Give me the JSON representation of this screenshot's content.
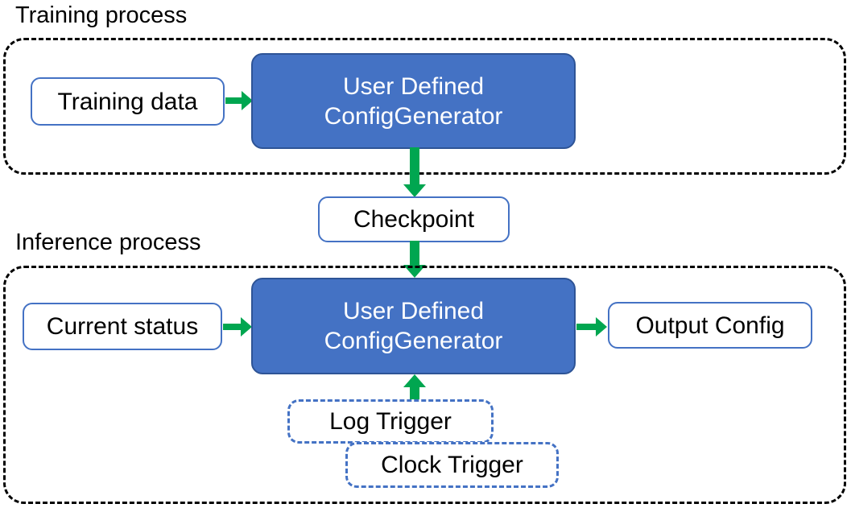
{
  "diagram": {
    "title_training": "Training process",
    "title_inference": "Inference process",
    "colors": {
      "process_fill": "#4472C4",
      "process_border": "#2E5496",
      "box_outline": "#4472C4",
      "arrow_green": "#00A650",
      "container_dash": "#000000",
      "text_dark": "#000000",
      "text_light": "#FFFFFF",
      "background": "#FFFFFF"
    },
    "training": {
      "input_label": "Training data",
      "generator_line1": "User Defined",
      "generator_line2": "ConfigGenerator"
    },
    "checkpoint": {
      "label": "Checkpoint"
    },
    "inference": {
      "input_label": "Current status",
      "generator_line1": "User Defined",
      "generator_line2": "ConfigGenerator",
      "output_label": "Output Config",
      "trigger_log": "Log Trigger",
      "trigger_clock": "Clock Trigger"
    },
    "arrows": [
      {
        "name": "training-data-to-generator",
        "direction": "right"
      },
      {
        "name": "generator-to-checkpoint",
        "direction": "down"
      },
      {
        "name": "checkpoint-to-generator",
        "direction": "down"
      },
      {
        "name": "current-status-to-generator",
        "direction": "right"
      },
      {
        "name": "generator-to-output-config",
        "direction": "right"
      },
      {
        "name": "triggers-to-generator",
        "direction": "up"
      }
    ]
  }
}
